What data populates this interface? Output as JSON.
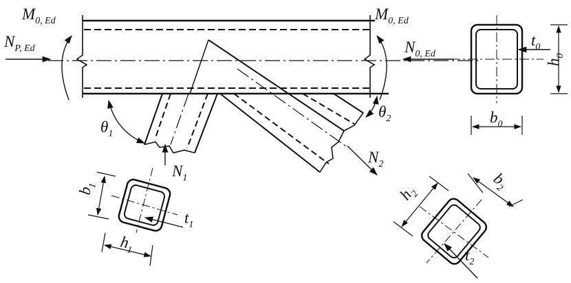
{
  "labels": {
    "m0_left": "M",
    "m0_left_sub": "0, Ed",
    "m0_right": "M",
    "m0_right_sub": "0, Ed",
    "np": "N",
    "np_sub": "P, Ed",
    "n0": "N",
    "n0_sub": "0, Ed",
    "t0": "t",
    "t0_sub": "0",
    "h0": "h",
    "h0_sub": "0",
    "b0": "b",
    "b0_sub": "0",
    "theta1": "θ",
    "theta1_sub": "1",
    "theta2": "θ",
    "theta2_sub": "2",
    "n1": "N",
    "n1_sub": "1",
    "n2": "N",
    "n2_sub": "2",
    "b1": "b",
    "b1_sub": "1",
    "h1": "h",
    "h1_sub": "1",
    "t1": "t",
    "t1_sub": "1",
    "h2": "h",
    "h2_sub": "2",
    "b2": "b",
    "b2_sub": "2",
    "t2": "t",
    "t2_sub": "2"
  }
}
